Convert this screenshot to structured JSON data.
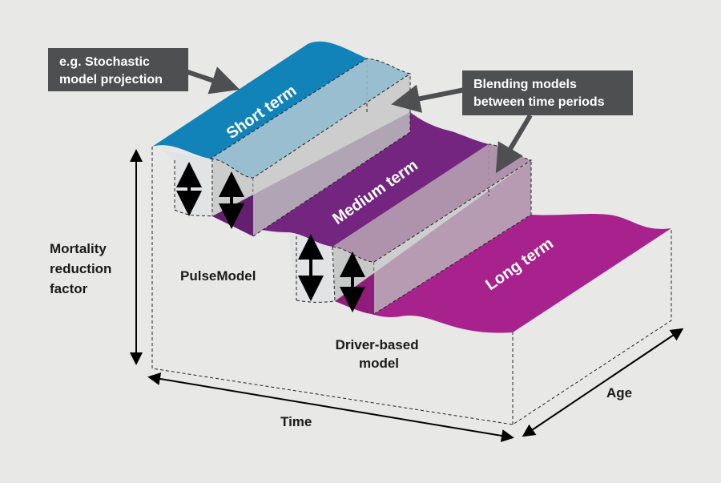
{
  "diagram": {
    "callouts": {
      "stochastic": [
        "e.g. Stochastic",
        "model projection"
      ],
      "blending": [
        "Blending models",
        "between time periods"
      ]
    },
    "surfaces": {
      "short": "Short term",
      "medium": "Medium term",
      "long": "Long term"
    },
    "axes": {
      "y": [
        "Mortality",
        "reduction",
        "factor"
      ],
      "x": "Time",
      "z": "Age"
    },
    "models": {
      "pulse": "PulseModel",
      "driver": [
        "Driver-based",
        "model"
      ]
    },
    "colors": {
      "background": "#e8e8e7",
      "short_term": "#1183b8",
      "medium_term": "#74257f",
      "long_term": "#a8228d",
      "callout": "#4d4f50"
    }
  }
}
